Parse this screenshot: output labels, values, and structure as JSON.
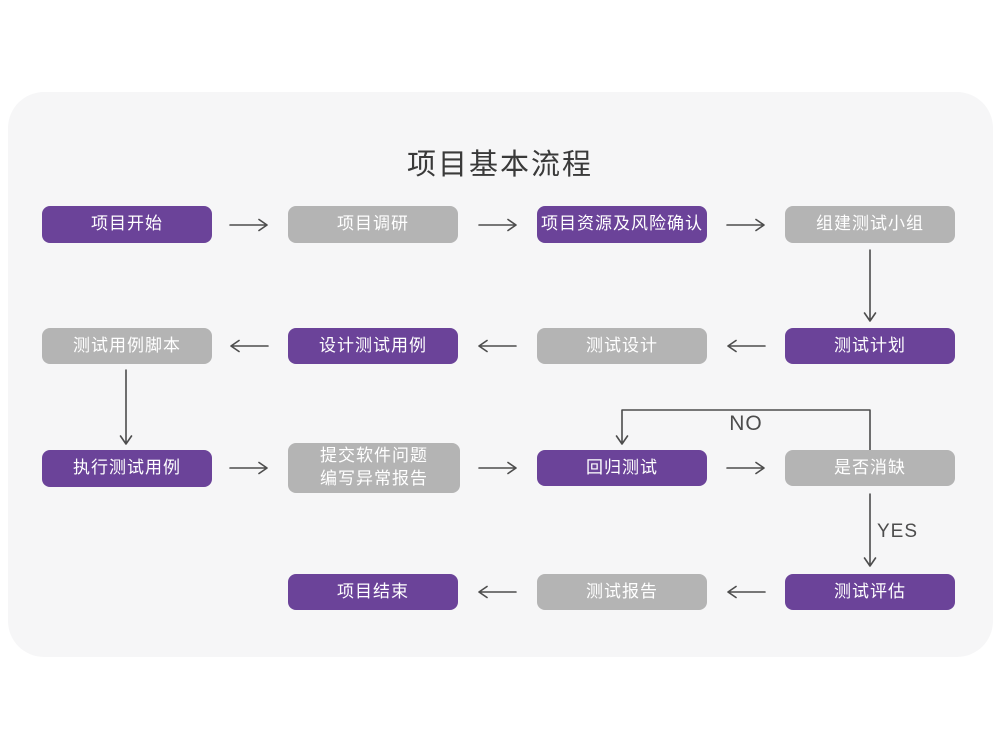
{
  "title": "项目基本流程",
  "labels": {
    "no": "NO",
    "yes": "YES"
  },
  "colors": {
    "purple": "#6b4399",
    "gray": "#b4b4b4",
    "card": "#f6f6f7",
    "arrow": "#4d4d4d",
    "title": "#3a3a3a",
    "nodeText": "#ffffff"
  },
  "nodes": [
    {
      "id": "project-start",
      "label": "项目开始",
      "variant": "purple"
    },
    {
      "id": "project-research",
      "label": "项目调研",
      "variant": "gray"
    },
    {
      "id": "resources-risk",
      "label": "项目资源及风险确认",
      "variant": "purple"
    },
    {
      "id": "build-test-team",
      "label": "组建测试小组",
      "variant": "gray"
    },
    {
      "id": "test-plan",
      "label": "测试计划",
      "variant": "purple"
    },
    {
      "id": "test-design",
      "label": "测试设计",
      "variant": "gray"
    },
    {
      "id": "design-test-cases",
      "label": "设计测试用例",
      "variant": "purple"
    },
    {
      "id": "test-case-scripts",
      "label": "测试用例脚本",
      "variant": "gray"
    },
    {
      "id": "execute-test-cases",
      "label": "执行测试用例",
      "variant": "purple"
    },
    {
      "id": "submit-issue-report",
      "label": "提交软件问题\n编写异常报告",
      "variant": "gray"
    },
    {
      "id": "regression-test",
      "label": "回归测试",
      "variant": "purple"
    },
    {
      "id": "defect-resolved",
      "label": "是否消缺",
      "variant": "gray"
    },
    {
      "id": "test-evaluation",
      "label": "测试评估",
      "variant": "purple"
    },
    {
      "id": "test-report",
      "label": "测试报告",
      "variant": "gray"
    },
    {
      "id": "project-end",
      "label": "项目结束",
      "variant": "purple"
    }
  ],
  "edges": [
    {
      "from": "project-start",
      "to": "project-research"
    },
    {
      "from": "project-research",
      "to": "resources-risk"
    },
    {
      "from": "resources-risk",
      "to": "build-test-team"
    },
    {
      "from": "build-test-team",
      "to": "test-plan"
    },
    {
      "from": "test-plan",
      "to": "test-design"
    },
    {
      "from": "test-design",
      "to": "design-test-cases"
    },
    {
      "from": "design-test-cases",
      "to": "test-case-scripts"
    },
    {
      "from": "test-case-scripts",
      "to": "execute-test-cases"
    },
    {
      "from": "execute-test-cases",
      "to": "submit-issue-report"
    },
    {
      "from": "submit-issue-report",
      "to": "regression-test"
    },
    {
      "from": "regression-test",
      "to": "defect-resolved"
    },
    {
      "from": "defect-resolved",
      "to": "regression-test",
      "label": "NO"
    },
    {
      "from": "defect-resolved",
      "to": "test-evaluation",
      "label": "YES"
    },
    {
      "from": "test-evaluation",
      "to": "test-report"
    },
    {
      "from": "test-report",
      "to": "project-end"
    }
  ]
}
